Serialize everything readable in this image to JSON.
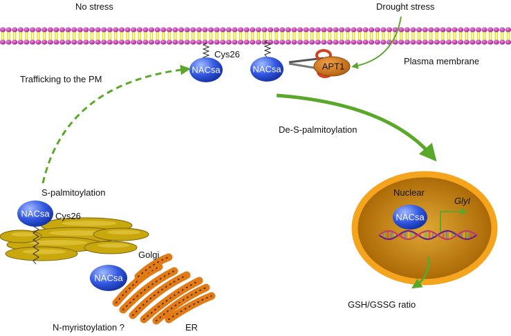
{
  "labels": {
    "no_stress": "No stress",
    "drought_stress": "Drought stress",
    "plasma_membrane": "Plasma membrane",
    "trafficking": "Trafficking to the PM",
    "cys26_membrane": "Cys26",
    "cys26_golgi": "Cys26",
    "apt1": "APT1",
    "de_s_palmitoylation": "De-S-palmitoylation",
    "s_palmitoylation": "S-palmitoylation",
    "golgi": "Golgi",
    "n_myristoylation": "N-myristoylation ?",
    "er": "ER",
    "nuclear": "Nuclear",
    "glyi": "GlyI",
    "gsh_gssg": "GSH/GSSG ratio"
  },
  "proteins": {
    "membrane_left": "NACsa",
    "membrane_right": "NACsa",
    "golgi": "NACsa",
    "er": "NACsa",
    "nucleus": "NACsa"
  },
  "colors": {
    "lipid_head": "#b3239e",
    "lipid_tail": "#e8e000",
    "protein": "#2f56d6",
    "arrow": "#5aa829",
    "nucleus_fill": "#c98a12",
    "nucleus_rim": "#f4a51d",
    "golgi": "#c9a80e",
    "er": "#e07b18",
    "apt1": "#d37712"
  },
  "icons": [
    "scissors-icon",
    "dna-helix-icon",
    "zigzag-linker-icon"
  ]
}
